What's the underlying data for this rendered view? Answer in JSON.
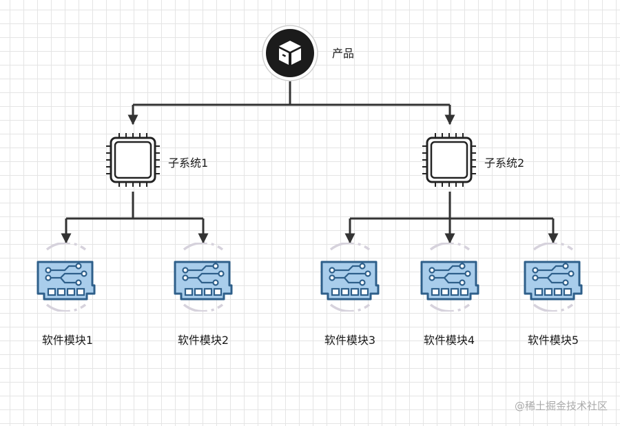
{
  "product": {
    "label": "产品",
    "icon": "box-icon"
  },
  "subsystems": [
    {
      "label": "子系统1",
      "icon": "chip-icon"
    },
    {
      "label": "子系统2",
      "icon": "chip-icon"
    }
  ],
  "modules": [
    {
      "label": "软件模块1",
      "icon": "circuit-board-icon"
    },
    {
      "label": "软件模块2",
      "icon": "circuit-board-icon"
    },
    {
      "label": "软件模块3",
      "icon": "circuit-board-icon"
    },
    {
      "label": "软件模块4",
      "icon": "circuit-board-icon"
    },
    {
      "label": "软件模块5",
      "icon": "circuit-board-icon"
    }
  ],
  "watermark": "@稀土掘金技术社区",
  "colors": {
    "connector": "#333333",
    "chip_stroke": "#222222",
    "board_fill": "#a9cdeb",
    "board_stroke": "#2e5f8a",
    "halo": "#d6d2dc"
  }
}
